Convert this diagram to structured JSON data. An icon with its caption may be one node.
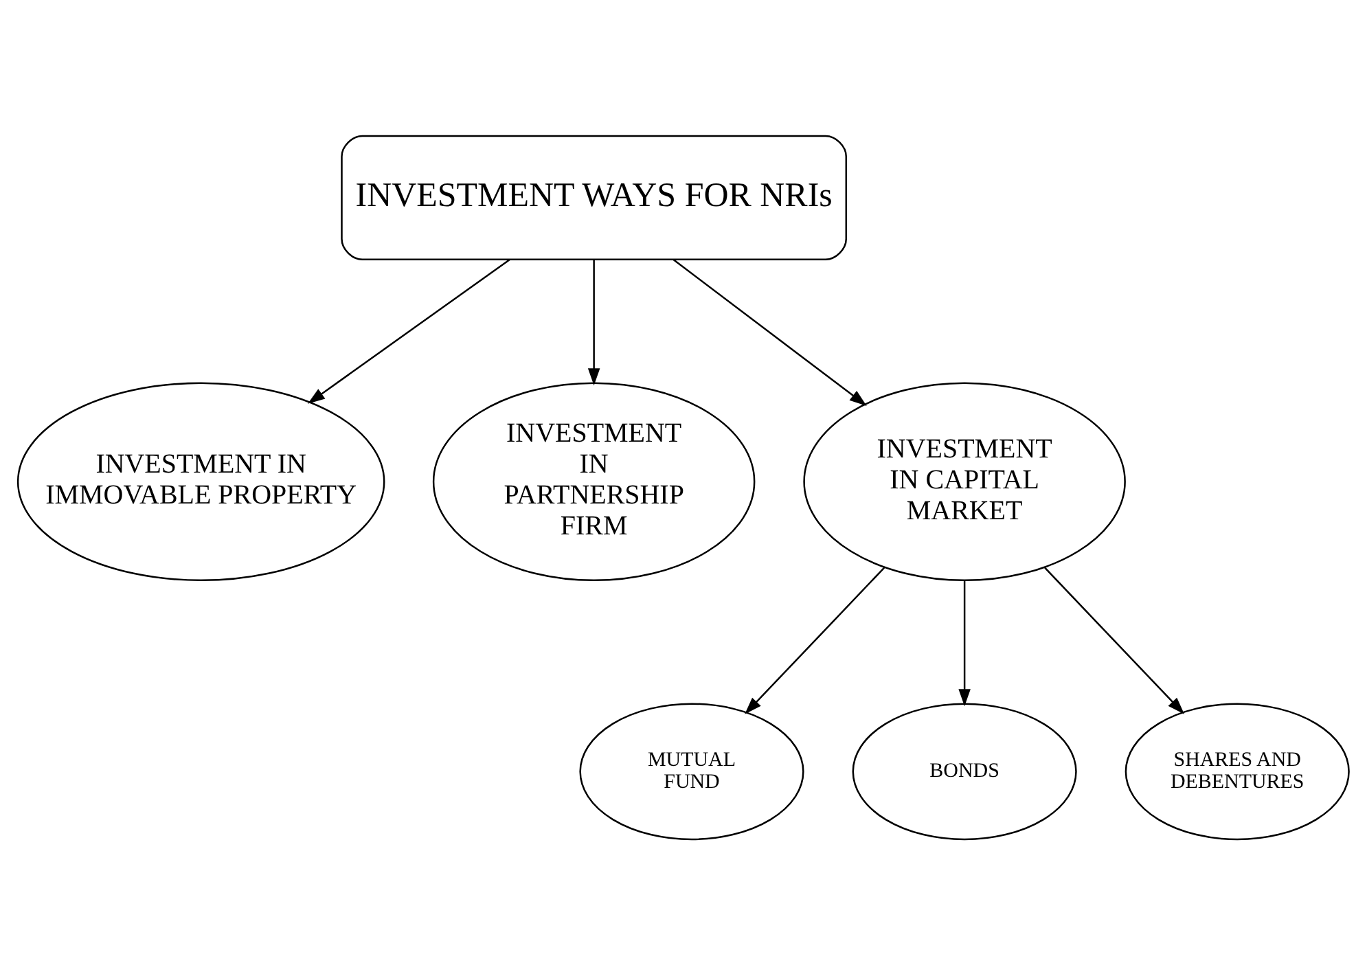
{
  "diagram": {
    "nodes": [
      {
        "text": [
          "INVESTMENT WAYS FOR NRIs"
        ]
      },
      {
        "text": [
          "INVESTMENT IN IMMOVABLE PROPERTY"
        ]
      },
      {
        "text": [
          "INVESTMENT IN PARTNERSHIP FIRM"
        ]
      },
      {
        "text": [
          "INVESTMENT IN CAPITAL MARKET"
        ]
      },
      {
        "text": [
          "MUTUAL FUND"
        ]
      },
      {
        "text": [
          "BONDS"
        ]
      },
      {
        "text": [
          "SHARES AND DEBENTURES"
        ]
      }
    ],
    "edges": [
      {
        "from": 0,
        "to": 1,
        "arrow": "to"
      },
      {
        "from": 0,
        "to": 2,
        "arrow": "to"
      },
      {
        "from": 0,
        "to": 3,
        "arrow": "to"
      },
      {
        "from": 3,
        "to": 4,
        "arrow": "to"
      },
      {
        "from": 3,
        "to": 5,
        "arrow": "to"
      },
      {
        "from": 3,
        "to": 6,
        "arrow": "to"
      }
    ]
  }
}
